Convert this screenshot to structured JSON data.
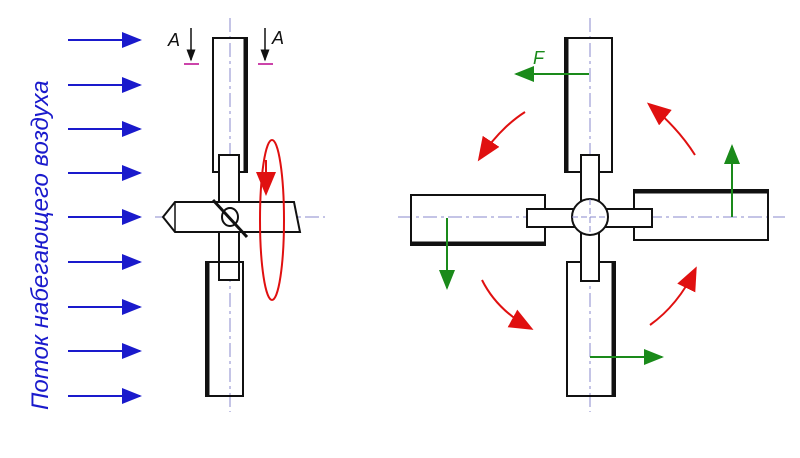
{
  "flow_label": "Поток набегающего воздуха",
  "section_label_left": "A",
  "section_label_right": "A",
  "force_label": "F",
  "colors": {
    "flow_arrows": "#1a1acc",
    "rotation": "#e01010",
    "force": "#1a8a1a",
    "axis": "#8888cc",
    "outline": "#111111",
    "section_mark": "#cc44aa"
  }
}
